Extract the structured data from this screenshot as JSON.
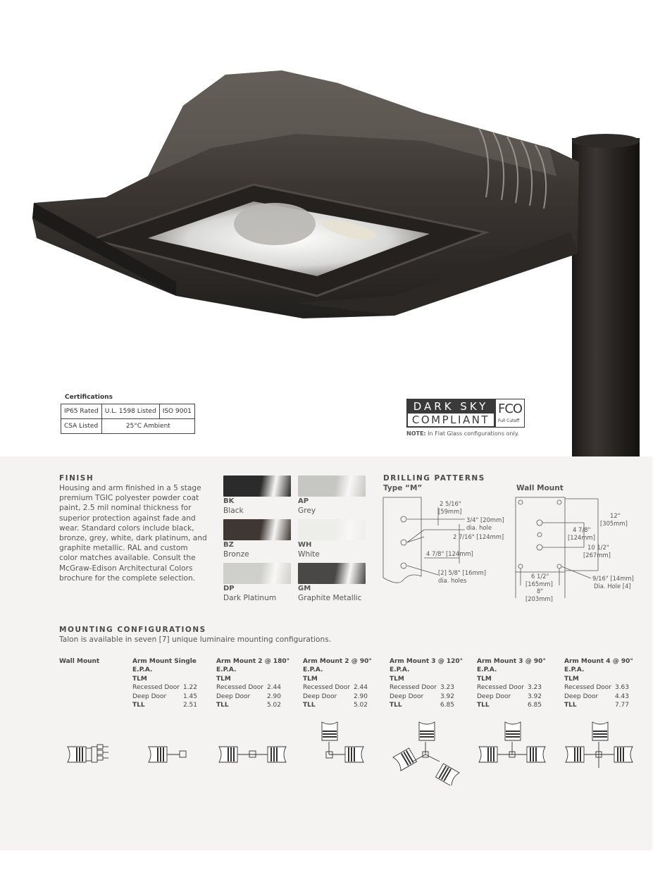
{
  "certifications": {
    "title": "Certifications",
    "row1": [
      "IP65 Rated",
      "U.L. 1598 Listed",
      "ISO 9001"
    ],
    "row2": [
      "CSA Listed",
      "25°C Ambient"
    ]
  },
  "dark_sky": {
    "line1": "DARK SKY",
    "line2": "COMPLIANT",
    "badge": "FCO",
    "badge_sub": "Full Cutoff",
    "note_label": "NOTE:",
    "note_text": " In Flat Glass configurations only."
  },
  "finish": {
    "title": "FINISH",
    "body": "Housing and arm finished in a 5 stage premium TGIC polyester powder coat paint, 2.5 mil nominal thickness for superior protection against fade and wear. Standard colors include black, bronze, grey, white, dark platinum, and graphite metallic. RAL and custom color matches available. Consult the McGraw-Edison Architectural Colors brochure for the complete selection.",
    "swatches": [
      {
        "code": "BK",
        "name": "Black",
        "color": "#2b2b2b"
      },
      {
        "code": "AP",
        "name": "Grey",
        "color": "#c6c6c2"
      },
      {
        "code": "BZ",
        "name": "Bronze",
        "color": "#3f3733"
      },
      {
        "code": "WH",
        "name": "White",
        "color": "#ededea"
      },
      {
        "code": "DP",
        "name": "Dark Platinum",
        "color": "#cfcfcb"
      },
      {
        "code": "GM",
        "name": "Graphite Metallic",
        "color": "#4a4846"
      }
    ]
  },
  "drilling": {
    "title": "DRILLING PATTERNS",
    "type_m": "Type “M”",
    "wall_mount": "Wall Mount",
    "m_dims": {
      "a": "2 5/16\"",
      "a_mm": "[59mm]",
      "b": "3/4\" [20mm]",
      "b2": "dia. hole",
      "c": "2 7/16\" [124mm]",
      "d": "4 7/8\" [124mm]",
      "e": "[2] 5/8\" [16mm]",
      "e2": "dia. holes"
    },
    "w_dims": {
      "a": "12\"",
      "a_mm": "[305mm]",
      "b": "4 7/8\"",
      "b_mm": "[124mm]",
      "c": "10 1/2\"",
      "c_mm": "[267mm]",
      "d": "6 1/2\"",
      "d_mm": "[165mm]",
      "e": "8\"",
      "e_mm": "[203mm]",
      "f": "9/16\" [14mm]",
      "f2": "Dia. Hole [4]"
    }
  },
  "mounting": {
    "title": "MOUNTING CONFIGURATIONS",
    "intro": "Talon is available in seven [7] unique luminaire mounting configurations.",
    "columns": [
      {
        "title": "Wall Mount"
      },
      {
        "title": "Arm Mount Single",
        "epa": "E.P.A.",
        "tlm": "TLM",
        "recessed_label": "Recessed Door",
        "recessed": "1.22",
        "deep_label": "Deep Door",
        "deep": "1.45",
        "tll_label": "TLL",
        "tll": "2.51"
      },
      {
        "title": "Arm Mount 2 @ 180°",
        "epa": "E.P.A.",
        "tlm": "TLM",
        "recessed_label": "Recessed Door",
        "recessed": "2.44",
        "deep_label": "Deep Door",
        "deep": "2.90",
        "tll_label": "TLL",
        "tll": "5.02"
      },
      {
        "title": "Arm Mount 2 @ 90°",
        "epa": "E.P.A.",
        "tlm": "TLM",
        "recessed_label": "Recessed Door",
        "recessed": "2.44",
        "deep_label": "Deep Door",
        "deep": "2.90",
        "tll_label": "TLL",
        "tll": "5.02"
      },
      {
        "title": "Arm Mount 3 @ 120°",
        "epa": "E.P.A.",
        "tlm": "TLM",
        "recessed_label": "Recessed Door",
        "recessed": "3.23",
        "deep_label": "Deep Door",
        "deep": "3.92",
        "tll_label": "TLL",
        "tll": "6.85"
      },
      {
        "title": "Arm Mount 3 @ 90°",
        "epa": "E.P.A.",
        "tlm": "TLM",
        "recessed_label": "Recessed Door",
        "recessed": "3.23",
        "deep_label": "Deep Door",
        "deep": "3.92",
        "tll_label": "TLL",
        "tll": "6.85"
      },
      {
        "title": "Arm Mount 4 @ 90°",
        "epa": "E.P.A.",
        "tlm": "TLM",
        "recessed_label": "Recessed Door",
        "recessed": "3.63",
        "deep_label": "Deep Door",
        "deep": "4.43",
        "tll_label": "TLL",
        "tll": "7.77"
      }
    ]
  }
}
